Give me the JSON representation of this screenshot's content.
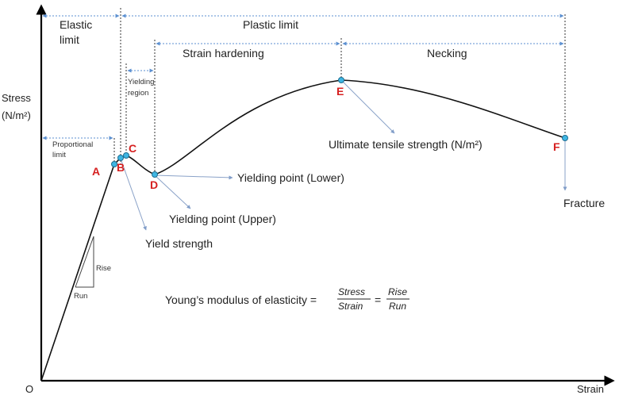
{
  "axes": {
    "y_label_line1": "Stress",
    "y_label_line2": "(N/m²)",
    "x_label": "Strain",
    "origin_label": "O"
  },
  "regions": {
    "elastic_line1": "Elastic",
    "elastic_line2": "limit",
    "plastic": "Plastic limit",
    "strain_hardening": "Strain hardening",
    "necking": "Necking",
    "yielding_line1": "Yielding",
    "yielding_line2": "region",
    "proportional_line1": "Proportional",
    "proportional_line2": "limit"
  },
  "points": {
    "A": "A",
    "B": "B",
    "C": "C",
    "D": "D",
    "E": "E",
    "F": "F"
  },
  "annotations": {
    "yield_strength": "Yield strength",
    "yielding_upper": "Yielding point (Upper)",
    "yielding_lower": "Yielding point (Lower)",
    "uts": "Ultimate tensile strength (N/m²)",
    "fracture": "Fracture",
    "rise": "Rise",
    "run": "Run"
  },
  "formula": {
    "text": "Young’s modulus of elasticity =",
    "stress": "Stress",
    "strain": "Strain",
    "equals": "=",
    "rise": "Rise",
    "run": "Run"
  },
  "colors": {
    "point_fill": "#3fb6e3",
    "point_letter": "#d62020",
    "span_arrow": "#5b8fd0"
  }
}
